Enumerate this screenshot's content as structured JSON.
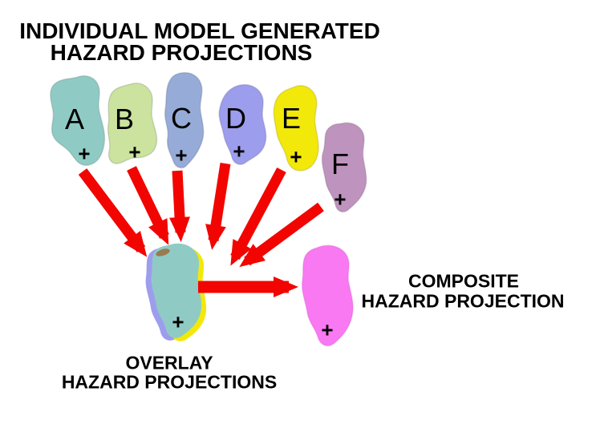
{
  "title": {
    "line1": "INDIVIDUAL MODEL GENERATED",
    "line2": "HAZARD PROJECTIONS"
  },
  "models": [
    {
      "label": "A",
      "marker": "+",
      "color": "#8FCBC4"
    },
    {
      "label": "B",
      "marker": "+",
      "color": "#CBE39E"
    },
    {
      "label": "C",
      "marker": "+",
      "color": "#96ABD7"
    },
    {
      "label": "D",
      "marker": "+",
      "color": "#9D9DEE"
    },
    {
      "label": "E",
      "marker": "+",
      "color": "#F2E80A"
    },
    {
      "label": "F",
      "marker": "+",
      "color": "#BE93BE"
    }
  ],
  "overlay": {
    "line1": "OVERLAY",
    "line2": "HAZARD PROJECTIONS",
    "marker": "+",
    "base_color": "#8FCBC4",
    "under_left_color": "#9D9DEE",
    "under_right_color": "#F2E80A",
    "spot_color": "#9A7B50"
  },
  "composite": {
    "line1": "COMPOSITE",
    "line2": "HAZARD PROJECTION",
    "marker": "+",
    "color": "#F979F2"
  },
  "arrows": {
    "color": "#F20500"
  }
}
